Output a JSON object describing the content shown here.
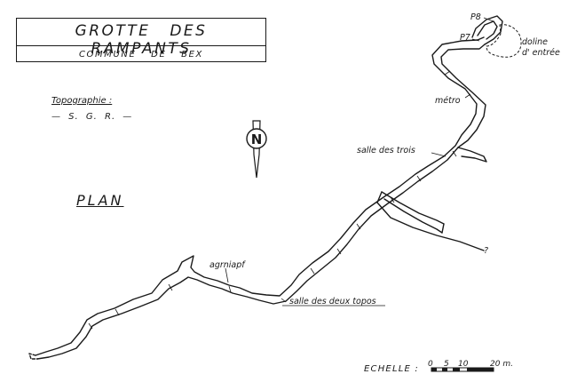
{
  "cartouche": {
    "title": "GROTTE DES RAMPANTS",
    "subtitle": "COMMUNE DE BEX"
  },
  "survey": {
    "label": "Topographie :",
    "author": "— S. G. R. —"
  },
  "view_label": "PLAN",
  "north_arrow": {
    "letter": "N",
    "icon": "north-arrow-icon"
  },
  "cave_labels": {
    "p8": "P8",
    "p7": "P7",
    "doline": [
      "doline",
      "d' entrée"
    ],
    "metro": "métro",
    "salle_des_trois": "salle des trois",
    "agrniapf": "agrniapf",
    "salle_des_deux_topos": "salle des deux topos",
    "question_mark": "?"
  },
  "scale": {
    "label": "ECHELLE :",
    "ticks": [
      "0",
      "5",
      "10",
      "20 m."
    ]
  },
  "colors": {
    "ink": "#1a1a1a",
    "paper": "#ffffff"
  }
}
